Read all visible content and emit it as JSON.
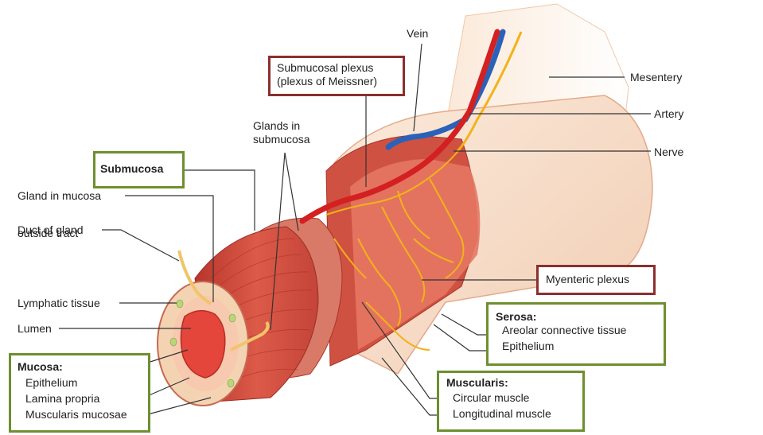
{
  "diagram": {
    "labels": {
      "vein": "Vein",
      "mesentery": "Mesentery",
      "artery": "Artery",
      "nerve": "Nerve",
      "glands_in_submucosa_1": "Glands in",
      "glands_in_submucosa_2": "submucosa",
      "gland_in_mucosa": "Gland in mucosa",
      "duct_1": "Duct of gland",
      "duct_2": "outside tract",
      "lymphatic_tissue": "Lymphatic tissue",
      "lumen": "Lumen"
    },
    "submucosal_plexus": {
      "line1": "Submucosal plexus",
      "line2": "(plexus of Meissner)"
    },
    "submucosa": {
      "title": "Submucosa"
    },
    "myenteric_plexus": {
      "title": "Myenteric plexus"
    },
    "serosa": {
      "title": "Serosa:",
      "items": [
        "Areolar connective tissue",
        "Epithelium"
      ]
    },
    "muscularis": {
      "title": "Muscularis:",
      "items": [
        "Circular muscle",
        "Longitudinal muscle"
      ]
    },
    "mucosa": {
      "title": "Mucosa:",
      "items": [
        "Epithelium",
        "Lamina propria",
        "Muscularis mucosae"
      ]
    },
    "colors": {
      "box_green": "#6e8f2f",
      "box_red": "#8b2f2f",
      "muscle": "#c8453a",
      "serosa": "#f6dcc6",
      "nerve": "#f2b21a",
      "artery": "#d42020",
      "vein": "#2a62b8",
      "lumen": "#e5463b"
    }
  }
}
